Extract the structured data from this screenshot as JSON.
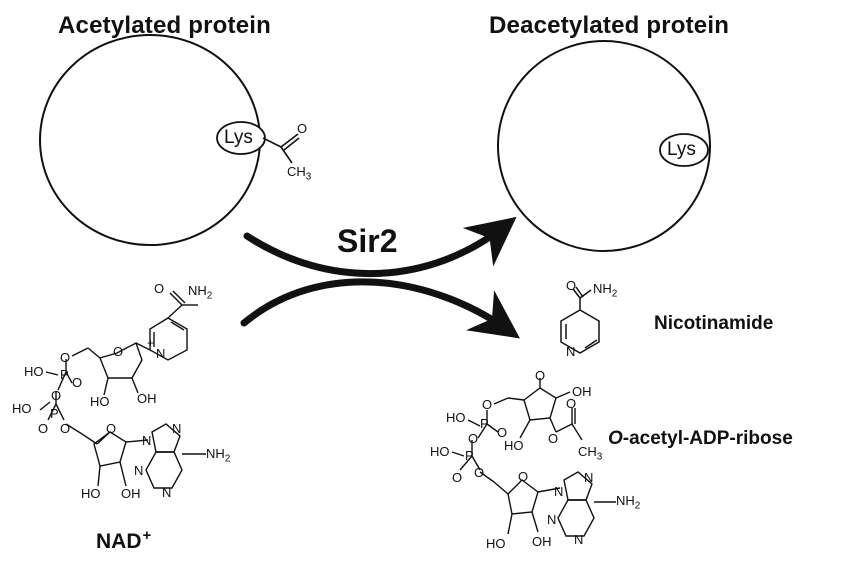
{
  "titles": {
    "left": "Acetylated protein",
    "right": "Deacetylated protein"
  },
  "enzyme": "Sir2",
  "lys_label": "Lys",
  "acetyl": {
    "o": "O",
    "ch3": "CH",
    "ch3_sub": "3"
  },
  "nicotinamide": {
    "name": "Nicotinamide",
    "o": "O",
    "nh2": "NH",
    "nh2_sub": "2",
    "n": "N"
  },
  "oaadpr": {
    "name_italic": "O",
    "name_rest": "-acetyl-ADP-ribose",
    "o_ring": "O",
    "oh_anomeric": "OH",
    "ho_2": "HO",
    "o_ester": "O",
    "o_carbonyl": "O",
    "ch3": "CH",
    "ch3_sub": "3",
    "p1_ho": "HO",
    "p1_p": "P",
    "p1_o": "O",
    "p2_ho": "HO",
    "p2_p": "P",
    "p2_o": "O",
    "bridge_o1": "O",
    "bridge_o2": "O",
    "bridge_o3": "O",
    "ribose_o": "O",
    "ho_a": "HO",
    "oh_a": "OH",
    "n_a": "N",
    "n_b": "N",
    "n_c": "N",
    "n_d": "N",
    "nh2": "NH",
    "nh2_sub": "2"
  },
  "nad": {
    "label": "NAD",
    "label_sup": "+",
    "o_amide": "O",
    "nh2": "NH",
    "nh2_sub": "2",
    "n_plus": "N",
    "plus": "+",
    "o_ring1": "O",
    "ho_1": "HO",
    "oh_1": "OH",
    "p1_ho": "HO",
    "p1_p": "P",
    "p1_o": "O",
    "p2_ho": "HO",
    "p2_p": "P",
    "p2_o": "O",
    "bridge_o1": "O",
    "bridge_o2": "O",
    "bridge_o3": "O",
    "o_ring2": "O",
    "ho_2": "HO",
    "oh_2": "OH",
    "n_a": "N",
    "n_b": "N",
    "n_c": "N",
    "n_d": "N",
    "nh2b": "NH",
    "nh2b_sub": "2"
  }
}
